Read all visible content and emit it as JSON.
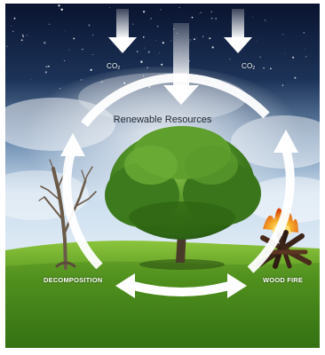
{
  "diagram": {
    "title": "Renewable Resources",
    "co2_left": {
      "main": "CO",
      "sub": "2"
    },
    "co2_right": {
      "main": "CO",
      "sub": "2"
    },
    "label_left": "DECOMPOSITION",
    "label_right": "WOOD FIRE"
  },
  "colors": {
    "night_sky": "#0b1530",
    "day_sky": "#c7dff0",
    "grass": "#4d8a1c",
    "tree_foliage": "#3f7a1f",
    "cycle_arrow": "#ffffff",
    "fire": "#f39a1e",
    "title_text": "#1c2430"
  },
  "icons": [
    "down-arrow-icon",
    "cycle-arrow-icon",
    "tree-icon",
    "dead-tree-icon",
    "campfire-icon"
  ]
}
